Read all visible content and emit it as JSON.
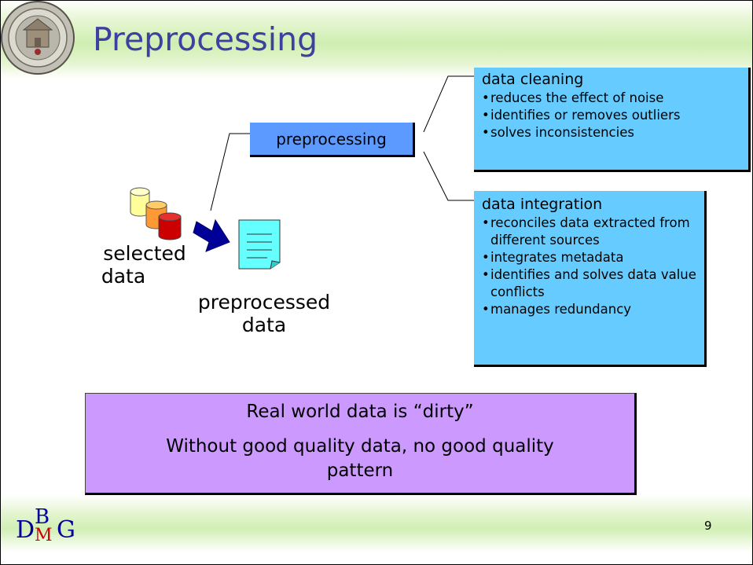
{
  "slide": {
    "title": "Preprocessing",
    "page_number": "9",
    "logo_text": "DBMG"
  },
  "diagram": {
    "center_box": "preprocessing",
    "input_label_line1": "selected",
    "input_label_line2": "data",
    "output_label_line1": "preprocessed",
    "output_label_line2": "data",
    "cleaning": {
      "heading": "data cleaning",
      "items": [
        "reduces the effect of noise",
        "identifies or removes outliers",
        "solves inconsistencies"
      ]
    },
    "integration": {
      "heading": "data integration",
      "items": [
        "reconciles data extracted from different sources",
        "integrates metadata",
        "identifies and solves data value conflicts",
        "manages redundancy"
      ]
    }
  },
  "note": {
    "line1": "Real world data is “dirty”",
    "line2": "Without good quality data, no good quality pattern"
  },
  "colors": {
    "title": "#3e3fa0",
    "center_box": "#5c9aff",
    "info_box": "#66ccff",
    "note_box": "#cc99ff",
    "arrow": "#000099"
  }
}
